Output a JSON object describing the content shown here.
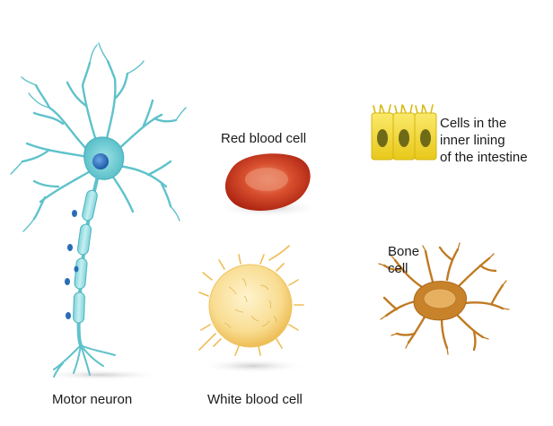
{
  "labels": {
    "motor_neuron": "Motor neuron",
    "red_blood_cell": "Red blood cell",
    "white_blood_cell": "White blood cell",
    "intestine_line1": "Cells in the",
    "intestine_line2": "inner lining",
    "intestine_line3": "of the intestine",
    "bone_line1": "Bone",
    "bone_line2": "cell"
  },
  "colors": {
    "neuron": "#66c8d0",
    "neuron_nucleus": "#2a6db5",
    "rbc": "#c8331d",
    "wbc": "#f6d58a",
    "intestine": "#f2d72a",
    "bone": "#c8832a"
  }
}
